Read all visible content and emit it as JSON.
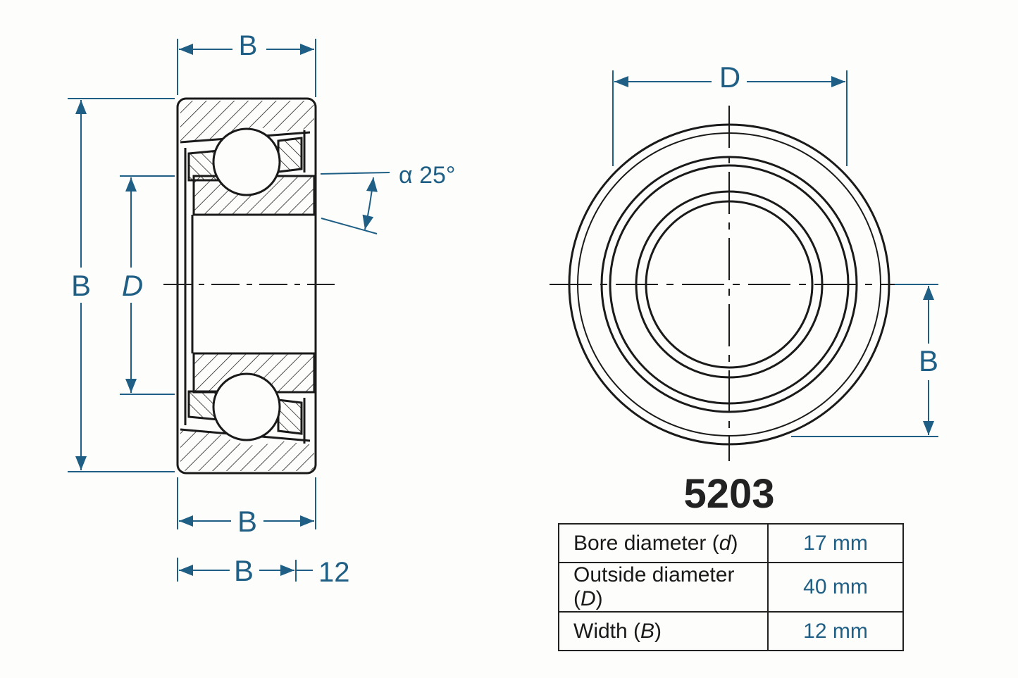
{
  "labels": {
    "top_width": "B",
    "left_outer": "B",
    "left_bore": "D",
    "bottom_width": "B",
    "bottom_width2": "B",
    "bottom_value": "12",
    "angle": "α 25°",
    "front_outer": "D",
    "front_width": "B"
  },
  "model": "5203",
  "specs": [
    {
      "name": "Bore diameter (",
      "sym": "d",
      "close": ")",
      "value": "17 mm"
    },
    {
      "name": "Outside diameter (",
      "sym": "D",
      "close": ")",
      "value": "40 mm"
    },
    {
      "name": "Width (",
      "sym": "B",
      "close": ")",
      "value": "12 mm"
    }
  ],
  "colors": {
    "dimension": "#1f5f85",
    "line": "#1a1a1a"
  }
}
